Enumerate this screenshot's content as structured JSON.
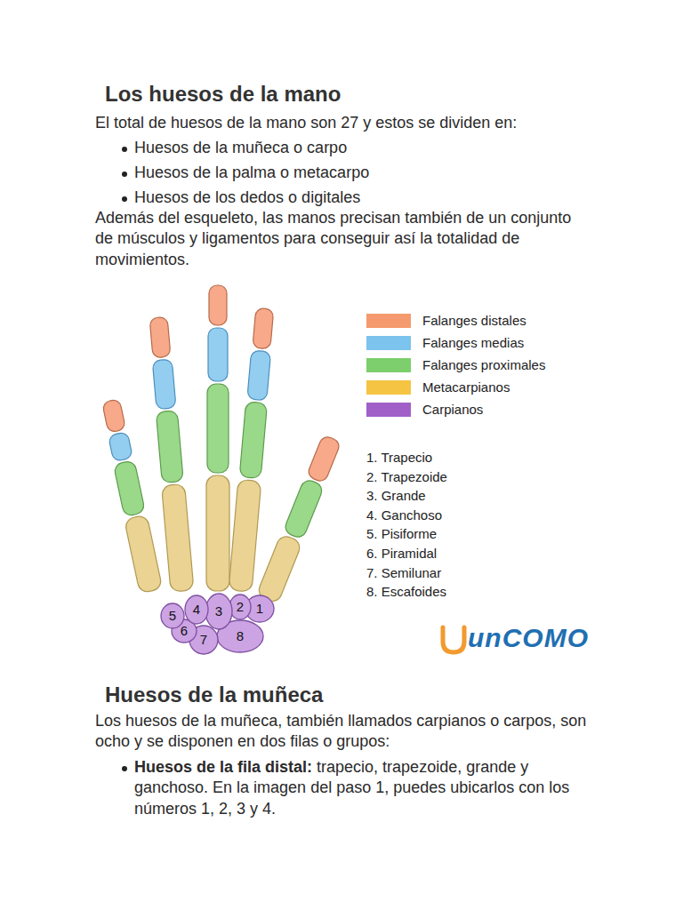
{
  "diagram": {
    "title": "Los huesos de la mano",
    "labels": [
      "El total de huesos de la mano son 27 y estos se dividen en:",
      "Huesos de la muñeca o carpo",
      "Huesos de la palma o metacarpo",
      "Huesos de los dedos o digitales",
      "Además del esqueleto, las manos precisan también de un conjunto de músculos y ligamentos para conseguir así la totalidad de movimientos.",
      "1. Trapecio",
      "2. Trapezoide",
      "3. Grande",
      "4. Ganchoso",
      "5. Pisiforme",
      "6. Piramidal",
      "7. Semilunar",
      "8. Escafoides",
      "5",
      "4",
      "3",
      "2",
      "1",
      "6",
      "7",
      "8",
      "unCOMO",
      "Huesos de la muñeca",
      "Los huesos de la muñeca, también llamados carpianos o carpos, son ocho y se disponen en dos filas o grupos:",
      "Huesos de la fila distal:",
      "trapecio, trapezoide, grande y ganchoso. En la imagen del paso 1, puedes ubicarlos con los números 1, 2, 3 y 4."
    ],
    "legend": [
      {
        "text": "Falanges distales",
        "color": "#f59a6e"
      },
      {
        "text": "Falanges medias",
        "color": "#7cc3ee"
      },
      {
        "text": "Falanges proximales",
        "color": "#7ccf6c"
      },
      {
        "text": "Metacarpianos",
        "color": "#f5c443"
      },
      {
        "text": "Carpianos",
        "color": "#a160c8"
      }
    ]
  }
}
